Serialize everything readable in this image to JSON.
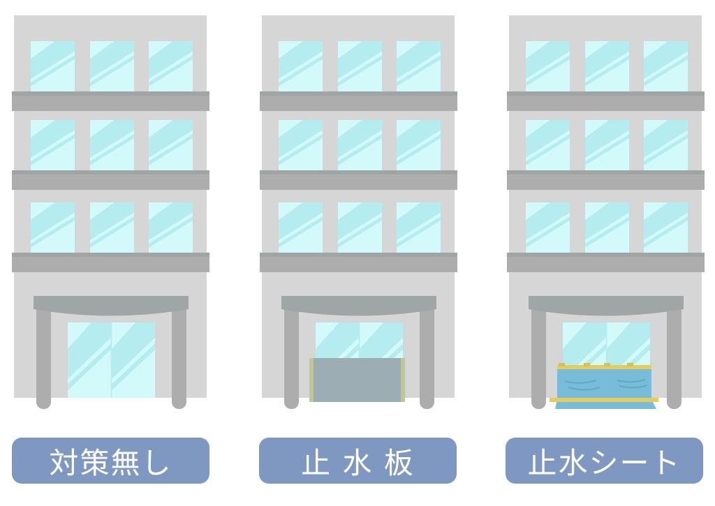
{
  "colors": {
    "wall": "#d6d6d6",
    "band": "#adadad",
    "band_top": "#9fa4a4",
    "glass": "#d2fafa",
    "glass_stripe": "#b4ecf0",
    "canopy": "#a0a5a5",
    "pillar": "#adadad",
    "board": "#9dadb4",
    "board_frame": "#c0c59a",
    "sheet": "#78bcda",
    "sheet_band": "#e3cd5f",
    "label_bg": "#7f98c1"
  },
  "buildings": [
    {
      "label": "対策無し",
      "protection": "none"
    },
    {
      "label": "止 水 板",
      "protection": "board"
    },
    {
      "label": "止水シート",
      "protection": "sheet"
    }
  ]
}
